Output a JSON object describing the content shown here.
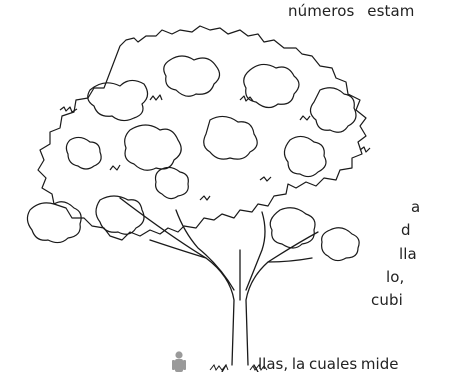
{
  "text_fragments": [
    "números  estam",
    "a",
    "d",
    "lla",
    "lo,",
    "cubi",
    "llas, la cuales mide"
  ],
  "colors": {
    "background": "#ffffff",
    "line": "#1a1a1a",
    "figure": "#9a9a9a",
    "text": "#222222"
  }
}
